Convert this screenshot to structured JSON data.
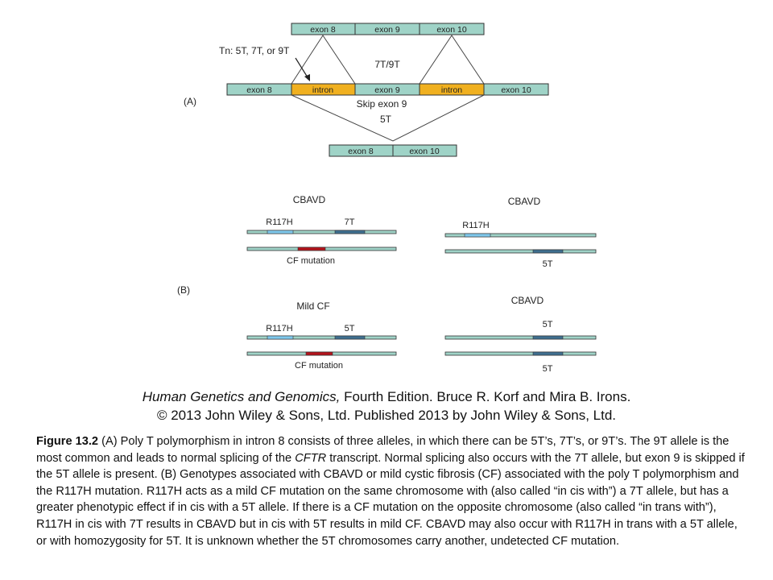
{
  "colors": {
    "exon": "#9fd3c7",
    "intron": "#f0b020",
    "chromosome": "#9fd3c7",
    "r117h_band": "#7fc8ec",
    "t_band": "#3f6f8f",
    "cf_band": "#b3141c",
    "stroke": "#333333"
  },
  "panel_a": {
    "label": "(A)",
    "top_row": [
      "exon 8",
      "exon 9",
      "exon 10"
    ],
    "middle_row": [
      "exon 8",
      "intron",
      "exon 9",
      "intron",
      "exon 10"
    ],
    "bottom_row": [
      "exon 8",
      "exon 10"
    ],
    "tn_label": "Tn: 5T, 7T, or 9T",
    "splice_label": "7T/9T",
    "skip_label_1": "Skip exon 9",
    "skip_label_2": "5T"
  },
  "panel_b": {
    "label": "(B)",
    "genotypes": [
      {
        "title": "CBAVD",
        "top_labels": [
          "R117H",
          "7T"
        ],
        "bottom_labels": [
          "CF mutation"
        ]
      },
      {
        "title": "CBAVD",
        "top_labels": [
          "R117H"
        ],
        "bottom_labels": [
          "5T"
        ]
      },
      {
        "title": "Mild CF",
        "top_labels": [
          "R117H",
          "5T"
        ],
        "bottom_labels": [
          "CF mutation"
        ]
      },
      {
        "title": "CBAVD",
        "top_labels": [
          "5T"
        ],
        "bottom_labels": [
          "5T"
        ]
      }
    ]
  },
  "credit": {
    "book_title": "Human Genetics and Genomics,",
    "book_rest": "Fourth Edition. Bruce R. Korf and Mira B. Irons.",
    "copyright": "© 2013 John Wiley & Sons, Ltd. Published 2013 by John Wiley & Sons, Ltd."
  },
  "caption": {
    "figure_label": "Figure 13.2",
    "text_1": "(A) Poly T polymorphism in intron 8 consists of three alleles, in which there can be 5T’s, 7T’s, or 9T’s. The 9T allele is the most common and leads to normal splicing of the",
    "gene": "CFTR",
    "text_2": "transcript. Normal splicing also occurs with the 7T allele, but exon 9 is skipped if the 5T allele is present. (B) Genotypes associated with CBAVD or mild cystic fibrosis (CF) associated with the poly T polymorphism and the R117H mutation. R117H acts as a mild CF mutation on the same chromosome with (also called “in cis with”) a 7T allele, but has a greater phenotypic effect if in cis with a 5T allele. If there is a CF mutation on the opposite chromosome (also called “in trans with”), R117H in cis with 7T results in CBAVD but in cis with 5T results in mild CF. CBAVD may also occur with R117H in trans with a 5T allele, or with homozygosity for 5T. It is unknown whether the 5T chromosomes carry another, undetected CF mutation."
  }
}
